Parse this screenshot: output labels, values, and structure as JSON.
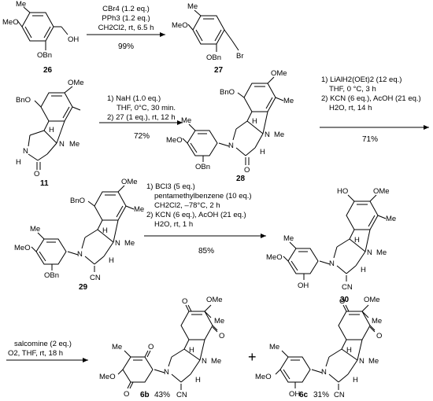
{
  "scheme": {
    "step1": {
      "reagents": [
        "CBr4 (1.2 eq.)",
        "PPh3 (1.2 eq.)",
        "CH2Cl2, rt, 6.5 h"
      ],
      "yield": "99%"
    },
    "step2": {
      "reagents": [
        "1) NaH (1.0 eq.)",
        "THF, 0°C, 30 min.",
        "2) 27 (1 eq.), rt, 12 h"
      ],
      "yield": "72%"
    },
    "step3": {
      "reagents": [
        "1) LiAlH2(OEt)2 (12 eq.)",
        "THF, 0 °C, 3 h",
        "2) KCN (6 eq.), AcOH (21 eq.)",
        "H2O, rt, 14 h"
      ],
      "yield": "71%"
    },
    "step4": {
      "reagents": [
        "1) BCl3 (5 eq.)",
        "pentamethylbenzene (10 eq.)",
        "CH2Cl2, –78°C, 2 h",
        "2) KCN (6 eq.), AcOH (21 eq.)",
        "H2O, rt, 1 h"
      ],
      "yield": "85%"
    },
    "step5": {
      "reagents": [
        "salcomine (2 eq.)",
        "O2, THF, rt, 18 h"
      ]
    },
    "compounds": {
      "c26": {
        "id": "26",
        "labels": [
          "Me",
          "MeO",
          "OBn",
          "OH"
        ]
      },
      "c27": {
        "id": "27",
        "labels": [
          "Me",
          "MeO",
          "OBn",
          "Br"
        ]
      },
      "c11": {
        "id": "11",
        "labels": [
          "OMe",
          "BnO",
          "H",
          "N",
          "Me",
          "N",
          "H",
          "O"
        ]
      },
      "c28": {
        "id": "28",
        "labels": [
          "OMe",
          "BnO",
          "Me",
          "H",
          "N",
          "Me",
          "N",
          "H",
          "O",
          "Me",
          "MeO",
          "OBn"
        ]
      },
      "c29": {
        "id": "29",
        "labels": [
          "OMe",
          "BnO",
          "Me",
          "H",
          "N",
          "Me",
          "N",
          "H",
          "CN",
          "Me",
          "MeO",
          "OBn"
        ]
      },
      "c30": {
        "id": "30",
        "labels": [
          "HO",
          "OMe",
          "Me",
          "H",
          "N",
          "Me",
          "N",
          "H",
          "CN",
          "Me",
          "MeO",
          "OH"
        ]
      },
      "c6b": {
        "id": "6b",
        "yield": "43%",
        "labels": [
          "O",
          "OMe",
          "Me",
          "H",
          "N",
          "Me",
          "N",
          "H",
          "O",
          "CN",
          "Me",
          "O",
          "MeO",
          "O"
        ]
      },
      "c6c": {
        "id": "6c",
        "yield": "31%",
        "labels": [
          "O",
          "OMe",
          "Me",
          "H",
          "N",
          "Me",
          "N",
          "H",
          "O",
          "CN",
          "Me",
          "MeO",
          "OH"
        ]
      }
    },
    "plus": "+"
  }
}
